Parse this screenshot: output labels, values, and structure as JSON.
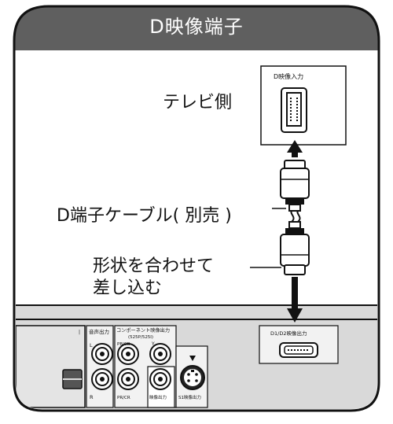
{
  "title": "D映像端子",
  "callouts": {
    "tv_side": "テレビ側",
    "cable": "D端子ケーブル( 別売 )",
    "instruction_line1": "形状を合わせて",
    "instruction_line2": "差し込む"
  },
  "tv_panel": {
    "jack_label": "D映像入力"
  },
  "recorder_panel": {
    "audio_out": "音声出力",
    "audio_l": "L",
    "audio_r": "R",
    "component_out": "コンポーネント映像出力",
    "component_format": "(525P/525I)",
    "y_label": "Y",
    "pb_label": "PB/CB",
    "pr_label": "PR/CR",
    "video_out": "映像出力",
    "s1_video_out": "S1映像出力",
    "d_out": "D1/D2映像出力"
  },
  "colors": {
    "header": "#5f5f5f",
    "border": "#111111",
    "device_gray": "#dcdcdc",
    "background": "#ffffff"
  }
}
